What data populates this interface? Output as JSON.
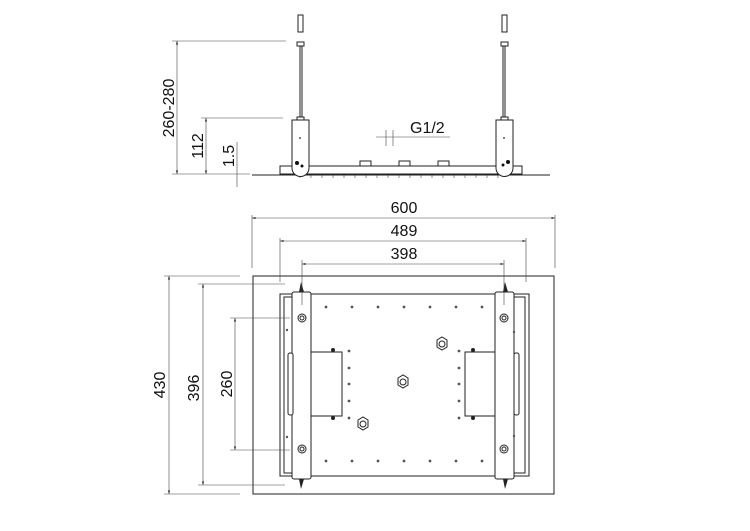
{
  "side_view": {
    "dims": {
      "height_range": "260-280",
      "body_height": "112",
      "plate_thickness": "1.5",
      "connection": "G1/2"
    }
  },
  "top_view": {
    "dims": {
      "overall_width": "600",
      "bracket_width": "489",
      "mount_width": "398",
      "overall_depth": "430",
      "bracket_depth": "396",
      "mount_depth": "260"
    }
  }
}
